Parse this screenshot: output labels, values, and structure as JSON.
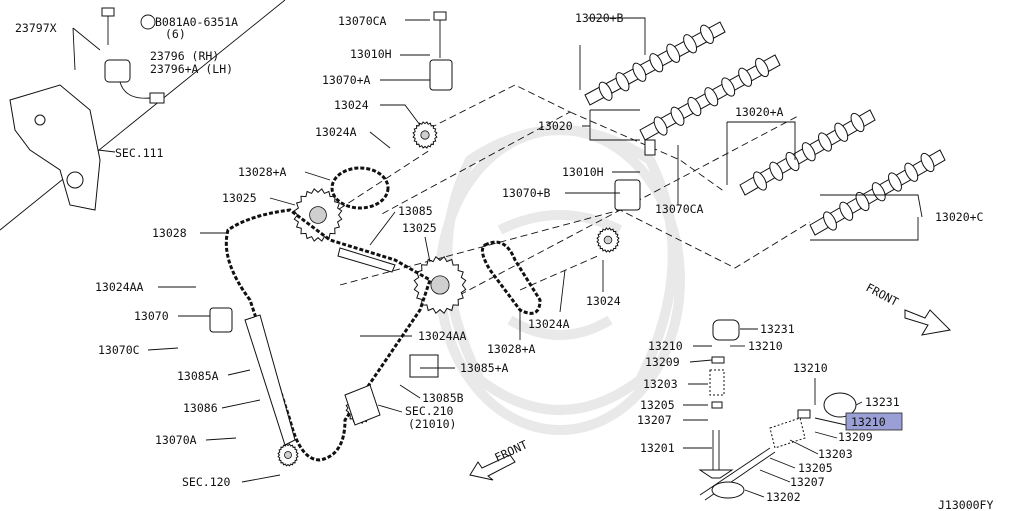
{
  "diagram": {
    "code": "J13000FY",
    "highlight_color": "#9aa0d6",
    "labels": {
      "p23797x": "23797X",
      "bolt081": "B081A0-6351A",
      "bolt081_qty": "(6)",
      "p23796": "23796 (RH)",
      "p23796a": "23796+A (LH)",
      "sec111": "SEC.111",
      "p13070ca_top": "13070CA",
      "p13010h_top": "13010H",
      "p13070a": "13070+A",
      "p13024": "13024",
      "p13024a_top": "13024A",
      "p13028a_top": "13028+A",
      "p13025_left": "13025",
      "p13028": "13028",
      "p13085": "13085",
      "p13025_mid": "13025",
      "p13024aa_left": "13024AA",
      "p13070": "13070",
      "p13070c": "13070C",
      "p13085a": "13085A",
      "p13086": "13086",
      "p13070a_bottom": "13070A",
      "sec120": "SEC.120",
      "p13024aa_mid": "13024AA",
      "p13085a_plus": "13085+A",
      "p13085b": "13085B",
      "sec210": "SEC.210",
      "sec210_sub": "(21010)",
      "p13028a_mid": "13028+A",
      "p13024a_mid": "13024A",
      "p13024_mid": "13024",
      "p13020b": "13020+B",
      "p13020": "13020",
      "p13020a": "13020+A",
      "p13020c": "13020+C",
      "p13010h_mid": "13010H",
      "p13070b": "13070+B",
      "p13070ca_mid": "13070CA",
      "front_right": "FRONT",
      "front_bottom": "FRONT",
      "p13231_a": "13231",
      "p13210_a1": "13210",
      "p13210_a2": "13210",
      "p13209_a": "13209",
      "p13203_a": "13203",
      "p13205_a": "13205",
      "p13207_a": "13207",
      "p13201": "13201",
      "p13210_b": "13210",
      "p13231_b": "13231",
      "p13210_highlight": "13210",
      "p13209_b": "13209",
      "p13203_b": "13203",
      "p13205_b": "13205",
      "p13207_b": "13207",
      "p13202": "13202"
    }
  }
}
